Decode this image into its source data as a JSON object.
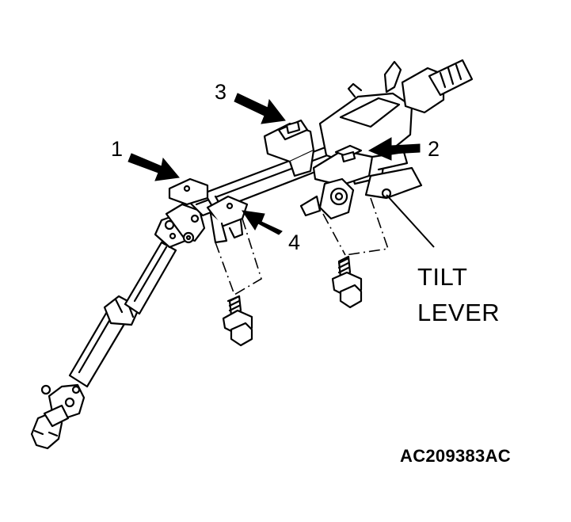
{
  "figure": {
    "callouts": {
      "one": "1",
      "two": "2",
      "three": "3",
      "four": "4"
    },
    "lever_label": {
      "line1": "TILT",
      "line2": "LEVER"
    },
    "figure_id": "AC209383AC"
  },
  "colors": {
    "line": "#000000",
    "background": "#ffffff"
  }
}
